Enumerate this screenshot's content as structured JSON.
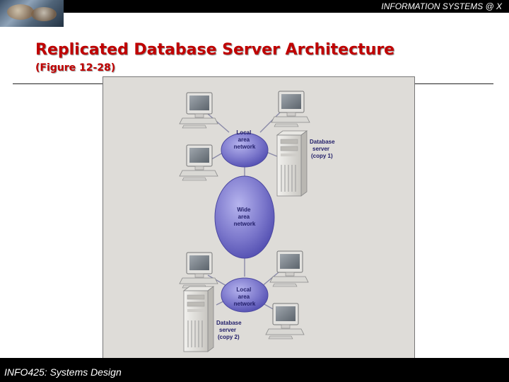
{
  "header": {
    "text": "INFORMATION SYSTEMS @ X"
  },
  "slide": {
    "title": "Replicated Database Server Architecture",
    "subtitle": "(Figure 12-28)"
  },
  "diagram": {
    "lan_top": [
      "Local",
      "area",
      "network"
    ],
    "wan": [
      "Wide",
      "area",
      "network"
    ],
    "lan_bottom": [
      "Local",
      "area",
      "network"
    ],
    "server1": [
      "Database",
      "server",
      "(copy 1)"
    ],
    "server2": [
      "Database",
      "server",
      "(copy 2)"
    ]
  },
  "footer": {
    "text": "INFO425: Systems Design"
  }
}
